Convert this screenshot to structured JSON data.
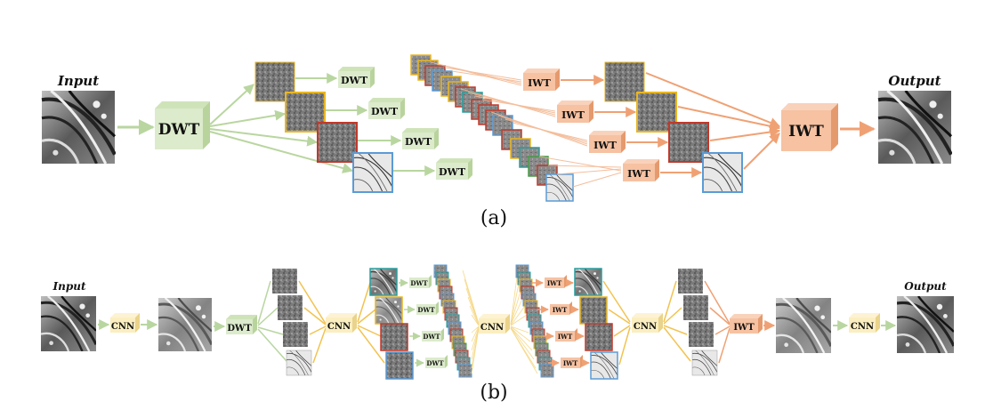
{
  "panel_a": {
    "caption": "(a)",
    "input_label": "Input",
    "output_label": "Output",
    "big_dwt": "DWT",
    "big_iwt": "IWT",
    "dwt_labels": [
      "DWT",
      "DWT",
      "DWT",
      "DWT"
    ],
    "iwt_labels": [
      "IWT",
      "IWT",
      "IWT",
      "IWT"
    ]
  },
  "panel_b": {
    "caption": "(b)",
    "input_label": "Input",
    "output_label": "Output",
    "cnn_1": "CNN",
    "dwt_1": "DWT",
    "cnn_2": "CNN",
    "dwt_labels": [
      "DWT",
      "DWT",
      "DWT",
      "DWT"
    ],
    "cnn_3": "CNN",
    "iwt_labels": [
      "IWT",
      "IWT",
      "IWT",
      "IWT"
    ],
    "cnn_4": "CNN",
    "iwt_1": "IWT",
    "cnn_5": "CNN"
  },
  "colors": {
    "dwt_green": "#dcebcc",
    "dwt_green_side": "#b9d39d",
    "iwt_orange": "#f6c2a2",
    "iwt_orange_side": "#e59a6e",
    "cnn_yellow": "#fbeec0",
    "cnn_yellow_side": "#ead38a",
    "arrow_green": "#b9d6a0",
    "arrow_orange": "#f0a174",
    "arrow_yellow": "#f2c350",
    "border_yellow": "#e8b623",
    "border_red": "#c0392b",
    "border_blue": "#5b9bd5",
    "border_green": "#4a9a4a",
    "border_teal": "#2a9d9d"
  }
}
